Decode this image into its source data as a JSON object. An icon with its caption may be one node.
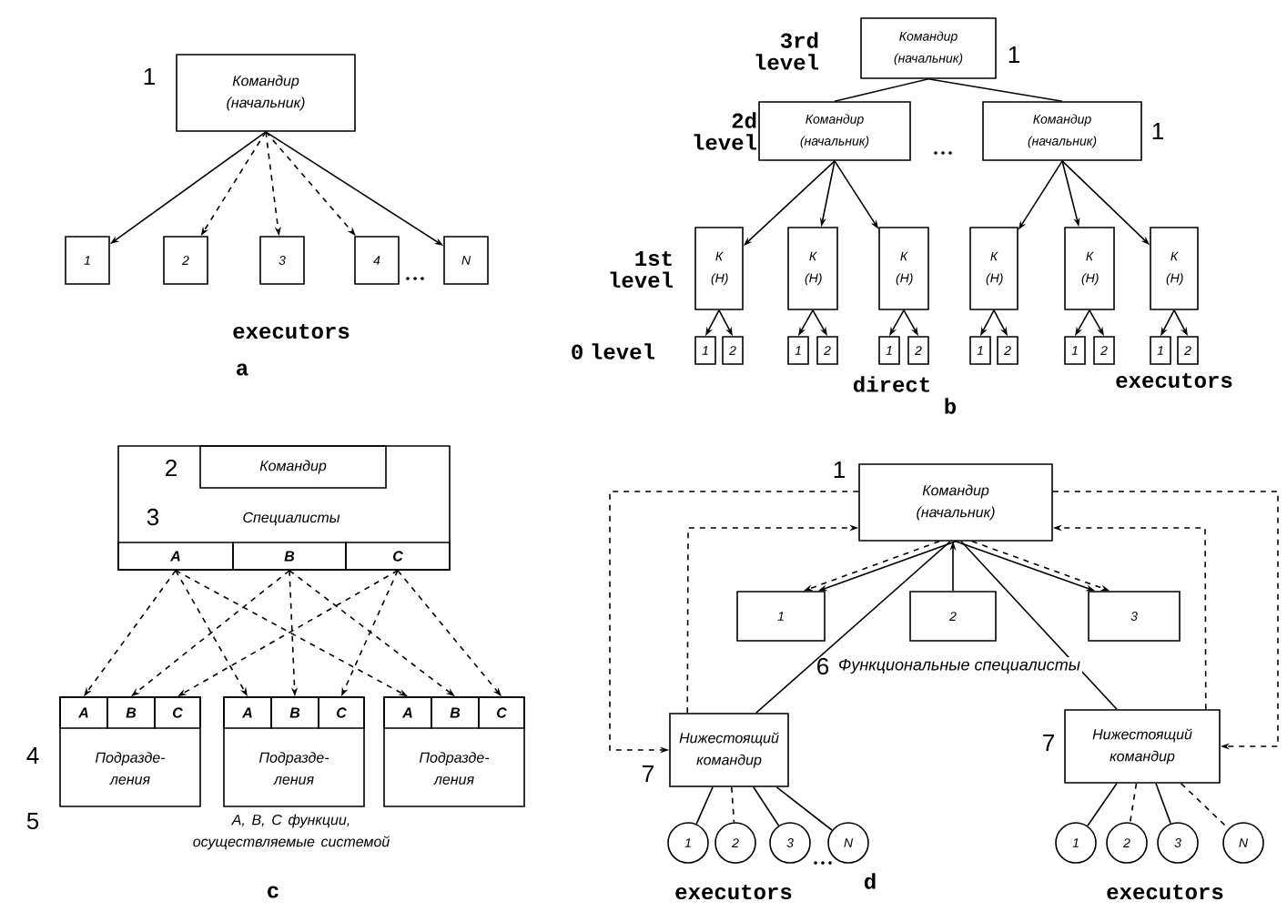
{
  "diagram": {
    "nodes": [
      {
        "text": [
          "Командир (начальник)"
        ],
        "beside": [
          "1"
        ]
      },
      {
        "text": [
          "1"
        ]
      },
      {
        "text": [
          "2"
        ]
      },
      {
        "text": [
          "3"
        ]
      },
      {
        "text": [
          "4"
        ]
      },
      {
        "text": [
          "N"
        ]
      },
      {
        "text": [
          "Командир (начальник)"
        ],
        "beside": [
          "1"
        ]
      },
      {
        "text": [
          "Командир (начальник)"
        ]
      },
      {
        "text": [
          "Командир (начальник)"
        ],
        "beside": [
          "1"
        ]
      },
      {
        "text": [
          "К (Н)"
        ]
      },
      {
        "text": [
          "К (Н)"
        ]
      },
      {
        "text": [
          "К (Н)"
        ]
      },
      {
        "text": [
          "К (Н)"
        ]
      },
      {
        "text": [
          "К (Н)"
        ]
      },
      {
        "text": [
          "К (Н)"
        ]
      },
      {
        "text": [
          "1"
        ]
      },
      {
        "text": [
          "2"
        ]
      },
      {
        "text": [
          "1"
        ]
      },
      {
        "text": [
          "2"
        ]
      },
      {
        "text": [
          "1"
        ]
      },
      {
        "text": [
          "2"
        ]
      },
      {
        "text": [
          "1"
        ]
      },
      {
        "text": [
          "2"
        ]
      },
      {
        "text": [
          "1"
        ]
      },
      {
        "text": [
          "2"
        ]
      },
      {
        "text": [
          "1"
        ]
      },
      {
        "text": [
          "2"
        ]
      },
      {
        "text": [
          "Специалисты"
        ],
        "beside": [
          "3"
        ]
      },
      {
        "text": [
          "Командир"
        ],
        "beside": [
          "2"
        ],
        "in": 27
      },
      {
        "text": [
          "A"
        ],
        "in": 27
      },
      {
        "text": [
          "B"
        ],
        "in": 27
      },
      {
        "text": [
          "C"
        ],
        "in": 27
      },
      {
        "text": [
          "Подразде-ления"
        ],
        "beside": [
          "4"
        ]
      },
      {
        "text": [
          "A"
        ],
        "in": 32
      },
      {
        "text": [
          "B"
        ],
        "in": 32
      },
      {
        "text": [
          "C"
        ],
        "in": 32
      },
      {
        "text": [
          "Подразде-ления"
        ]
      },
      {
        "text": [
          "A"
        ],
        "in": 36
      },
      {
        "text": [
          "B"
        ],
        "in": 36
      },
      {
        "text": [
          "C"
        ],
        "in": 36
      },
      {
        "text": [
          "Подразде-ления"
        ]
      },
      {
        "text": [
          "A"
        ],
        "in": 40
      },
      {
        "text": [
          "B"
        ],
        "in": 40
      },
      {
        "text": [
          "C"
        ],
        "in": 40
      },
      {
        "text": [
          "Командир (начальник)"
        ],
        "beside": [
          "1"
        ]
      },
      {
        "text": [
          "1"
        ]
      },
      {
        "text": [
          "2"
        ]
      },
      {
        "text": [
          "3"
        ]
      },
      {
        "text": [
          "Нижестоящий командир"
        ],
        "beside": [
          "7"
        ]
      },
      {
        "text": [
          "Нижестоящий командир"
        ],
        "beside": [
          "7"
        ]
      },
      {
        "text": [
          "1"
        ]
      },
      {
        "text": [
          "2"
        ]
      },
      {
        "text": [
          "3"
        ]
      },
      {
        "text": [
          "N"
        ]
      },
      {
        "text": [
          "1"
        ]
      },
      {
        "text": [
          "2"
        ]
      },
      {
        "text": [
          "3"
        ]
      },
      {
        "text": [
          "N"
        ]
      }
    ],
    "edges": [
      {
        "from": 0,
        "to": 1,
        "arrow": "to"
      },
      {
        "from": 0,
        "to": 2,
        "arrow": "to",
        "style": "dashed"
      },
      {
        "from": 0,
        "to": 3,
        "arrow": "to",
        "style": "dashed"
      },
      {
        "from": 0,
        "to": 4,
        "arrow": "to",
        "style": "dashed"
      },
      {
        "from": 0,
        "to": 5,
        "arrow": "to"
      },
      {
        "from": 6,
        "to": 7,
        "arrow": "none"
      },
      {
        "from": 6,
        "to": 8,
        "arrow": "none"
      },
      {
        "from": 7,
        "to": 9,
        "arrow": "to"
      },
      {
        "from": 7,
        "to": 10,
        "arrow": "to"
      },
      {
        "from": 7,
        "to": 11,
        "arrow": "to"
      },
      {
        "from": 8,
        "to": 12,
        "arrow": "to"
      },
      {
        "from": 8,
        "to": 13,
        "arrow": "to"
      },
      {
        "from": 8,
        "to": 14,
        "arrow": "to"
      },
      {
        "from": 9,
        "to": 15,
        "arrow": "to"
      },
      {
        "from": 9,
        "to": 16,
        "arrow": "to"
      },
      {
        "from": 10,
        "to": 17,
        "arrow": "to"
      },
      {
        "from": 10,
        "to": 18,
        "arrow": "to"
      },
      {
        "from": 11,
        "to": 19,
        "arrow": "to"
      },
      {
        "from": 11,
        "to": 20,
        "arrow": "to"
      },
      {
        "from": 12,
        "to": 21,
        "arrow": "to"
      },
      {
        "from": 12,
        "to": 22,
        "arrow": "to"
      },
      {
        "from": 13,
        "to": 23,
        "arrow": "to"
      },
      {
        "from": 13,
        "to": 24,
        "arrow": "to"
      },
      {
        "from": 14,
        "to": 25,
        "arrow": "to"
      },
      {
        "from": 14,
        "to": 26,
        "arrow": "to"
      },
      {
        "from": 29,
        "to": 33,
        "arrow": "to",
        "style": "dashed"
      },
      {
        "from": 29,
        "to": 37,
        "arrow": "to",
        "style": "dashed"
      },
      {
        "from": 29,
        "to": 41,
        "arrow": "to",
        "style": "dashed"
      },
      {
        "from": 30,
        "to": 34,
        "arrow": "to",
        "style": "dashed"
      },
      {
        "from": 30,
        "to": 38,
        "arrow": "to",
        "style": "dashed"
      },
      {
        "from": 30,
        "to": 42,
        "arrow": "to",
        "style": "dashed"
      },
      {
        "from": 31,
        "to": 35,
        "arrow": "to",
        "style": "dashed"
      },
      {
        "from": 31,
        "to": 39,
        "arrow": "to",
        "style": "dashed"
      },
      {
        "from": 31,
        "to": 43,
        "arrow": "to",
        "style": "dashed"
      },
      {
        "from": 44,
        "to": 45,
        "arrow": "to"
      },
      {
        "from": 44,
        "to": 45,
        "arrow": "to",
        "style": "dashed"
      },
      {
        "from": 46,
        "to": 44,
        "arrow": "to"
      },
      {
        "from": 44,
        "to": 47,
        "arrow": "to"
      },
      {
        "from": 44,
        "to": 47,
        "arrow": "to",
        "style": "dashed"
      },
      {
        "from": 44,
        "to": 48,
        "arrow": "none"
      },
      {
        "from": 44,
        "to": 49,
        "arrow": "none"
      },
      {
        "from": 44,
        "to": 48,
        "arrow": "to",
        "style": "dashed"
      },
      {
        "from": 48,
        "to": 44,
        "arrow": "to",
        "style": "dashed"
      },
      {
        "from": 44,
        "to": 49,
        "arrow": "to",
        "style": "dashed"
      },
      {
        "from": 49,
        "to": 44,
        "arrow": "to",
        "style": "dashed"
      },
      {
        "from": 48,
        "to": 50,
        "arrow": "none"
      },
      {
        "from": 48,
        "to": 51,
        "arrow": "none",
        "style": "dashed"
      },
      {
        "from": 48,
        "to": 52,
        "arrow": "none"
      },
      {
        "from": 48,
        "to": 53,
        "arrow": "none"
      },
      {
        "from": 49,
        "to": 54,
        "arrow": "none"
      },
      {
        "from": 49,
        "to": 55,
        "arrow": "none",
        "style": "dashed"
      },
      {
        "from": 49,
        "to": 56,
        "arrow": "none"
      },
      {
        "from": 49,
        "to": 57,
        "arrow": "none",
        "style": "dashed"
      }
    ],
    "labels": [
      "executors",
      "a",
      "3rd level",
      "2d level",
      "1st level",
      "0 level",
      "direct",
      "executors",
      "b",
      "5",
      "A, B, C функции, осуществляемые системой",
      "c",
      "6",
      "Функциональные специалисты",
      "executors",
      "d",
      "executors"
    ]
  }
}
